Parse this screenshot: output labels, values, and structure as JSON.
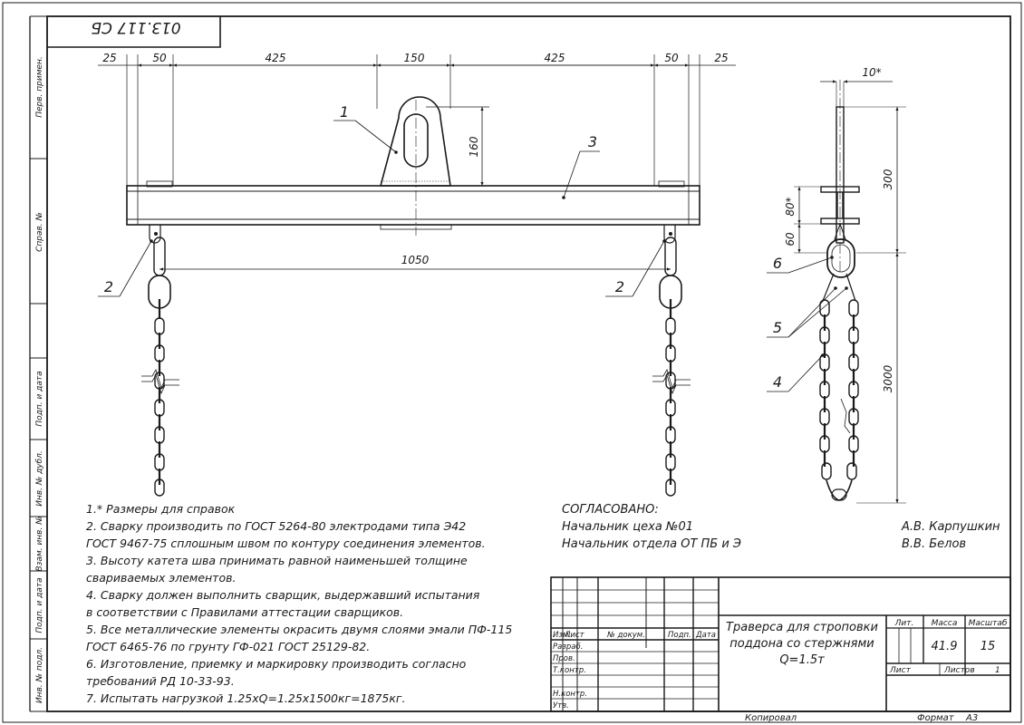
{
  "doc_code": "013.117 СБ",
  "side_labels": [
    "Перв. примен.",
    "Справ. №",
    "Подп. и дата",
    "Инв. № дубл.",
    "Взам. инв. №",
    "Подп. и дата",
    "Инв. № подл."
  ],
  "front_dims": {
    "d25_left": "25",
    "d50_left": "50",
    "d425_left": "425",
    "d150": "150",
    "d425_right": "425",
    "d50_right": "50",
    "d25_right": "25",
    "d160": "160",
    "d1050": "1050"
  },
  "side_dims": {
    "d10": "10*",
    "d300": "300",
    "d80": "80*",
    "d60": "60",
    "d3000": "3000"
  },
  "callouts": {
    "c1": "1",
    "c2_left": "2",
    "c2_right": "2",
    "c3": "3",
    "c4": "4",
    "c5": "5",
    "c6": "6"
  },
  "notes": [
    "1.* Размеры для справок",
    "2. Сварку производить по ГОСТ 5264-80 электродами типа Э42",
    "ГОСТ 9467-75 сплошным швом по контуру соединения элементов.",
    "3. Высоту катета шва принимать равной наименьшей толщине",
    "свариваемых элементов.",
    "4. Сварку должен выполнить сварщик, выдержавший испытания",
    "в соответствии с Правилами аттестации сварщиков.",
    "5. Все металлические элементы окрасить двумя слоями эмали ПФ-115",
    "ГОСТ 6465-76 по грунту ГФ-021 ГОСТ 25129-82.",
    "6. Изготовление, приемку и маркировку производить согласно",
    "требований РД 10-33-93.",
    "7. Испытать нагрузкой 1.25xQ=1.25x1500кг=1875кг."
  ],
  "approval": {
    "heading": "СОГЛАСОВАНО:",
    "role1": "Начальник цеха №01",
    "role2": "Начальник отдела ОТ ПБ и Э",
    "name1": "А.В. Карпушкин",
    "name2": "В.В. Белов"
  },
  "title_block": {
    "col_izm": "Изм.",
    "col_list": "Лист",
    "col_doc": "№ докум.",
    "col_podp": "Подп.",
    "col_data": "Дата",
    "row_razrab": "Разраб.",
    "row_prov": "Пров.",
    "row_tkontr": "Т.контр.",
    "row_nkontr": "Н.контр.",
    "row_utv": "Утв.",
    "title_l1": "Траверса для строповки",
    "title_l2": "поддона со стержнями",
    "title_l3": "Q=1.5т",
    "lit_label": "Лит.",
    "mass_label": "Масса",
    "scale_label": "Масштаб",
    "mass_value": "41.9",
    "scale_value": "15",
    "sheet_label": "Лист",
    "sheets_label": "Листов",
    "sheets_value": "1",
    "copied": "Копировал",
    "format_label": "Формат",
    "format_value": "А3"
  }
}
